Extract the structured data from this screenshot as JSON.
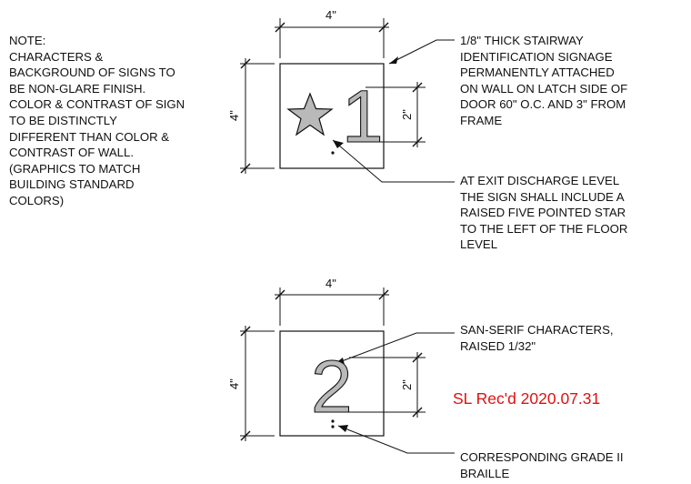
{
  "note": {
    "lines": [
      "NOTE:",
      "CHARACTERS &",
      "BACKGROUND OF SIGNS TO",
      "BE NON-GLARE FINISH.",
      "COLOR & CONTRAST OF SIGN",
      "TO BE DISTINCTLY",
      "DIFFERENT THAN COLOR &",
      "CONTRAST OF WALL.",
      "(GRAPHICS TO MATCH",
      "BUILDING STANDARD",
      "COLORS)"
    ]
  },
  "sign_top": {
    "width_label": "4\"",
    "height_label": "4\"",
    "char_height_label": "2\"",
    "numeral": "1",
    "callout_signage": [
      "1/8\" THICK STAIRWAY",
      "IDENTIFICATION SIGNAGE",
      "PERMANENTLY ATTACHED",
      "ON WALL ON LATCH SIDE OF",
      "DOOR 60\" O.C. AND 3\" FROM",
      "FRAME"
    ],
    "callout_star": [
      "AT EXIT DISCHARGE LEVEL",
      "THE SIGN SHALL INCLUDE A",
      "RAISED FIVE POINTED STAR",
      "TO THE  LEFT OF THE FLOOR",
      "LEVEL"
    ]
  },
  "sign_bottom": {
    "width_label": "4\"",
    "height_label": "4\"",
    "char_height_label": "2\"",
    "numeral": "2",
    "callout_chars": [
      "SAN-SERIF CHARACTERS,",
      "RAISED 1/32\""
    ],
    "callout_braille": [
      "CORRESPONDING GRADE II",
      "BRAILLE"
    ]
  },
  "stamp": "SL Rec'd 2020.07.31",
  "colors": {
    "stamp": "#e01010",
    "char_fill": "#b9b9b9",
    "line": "#111111"
  }
}
